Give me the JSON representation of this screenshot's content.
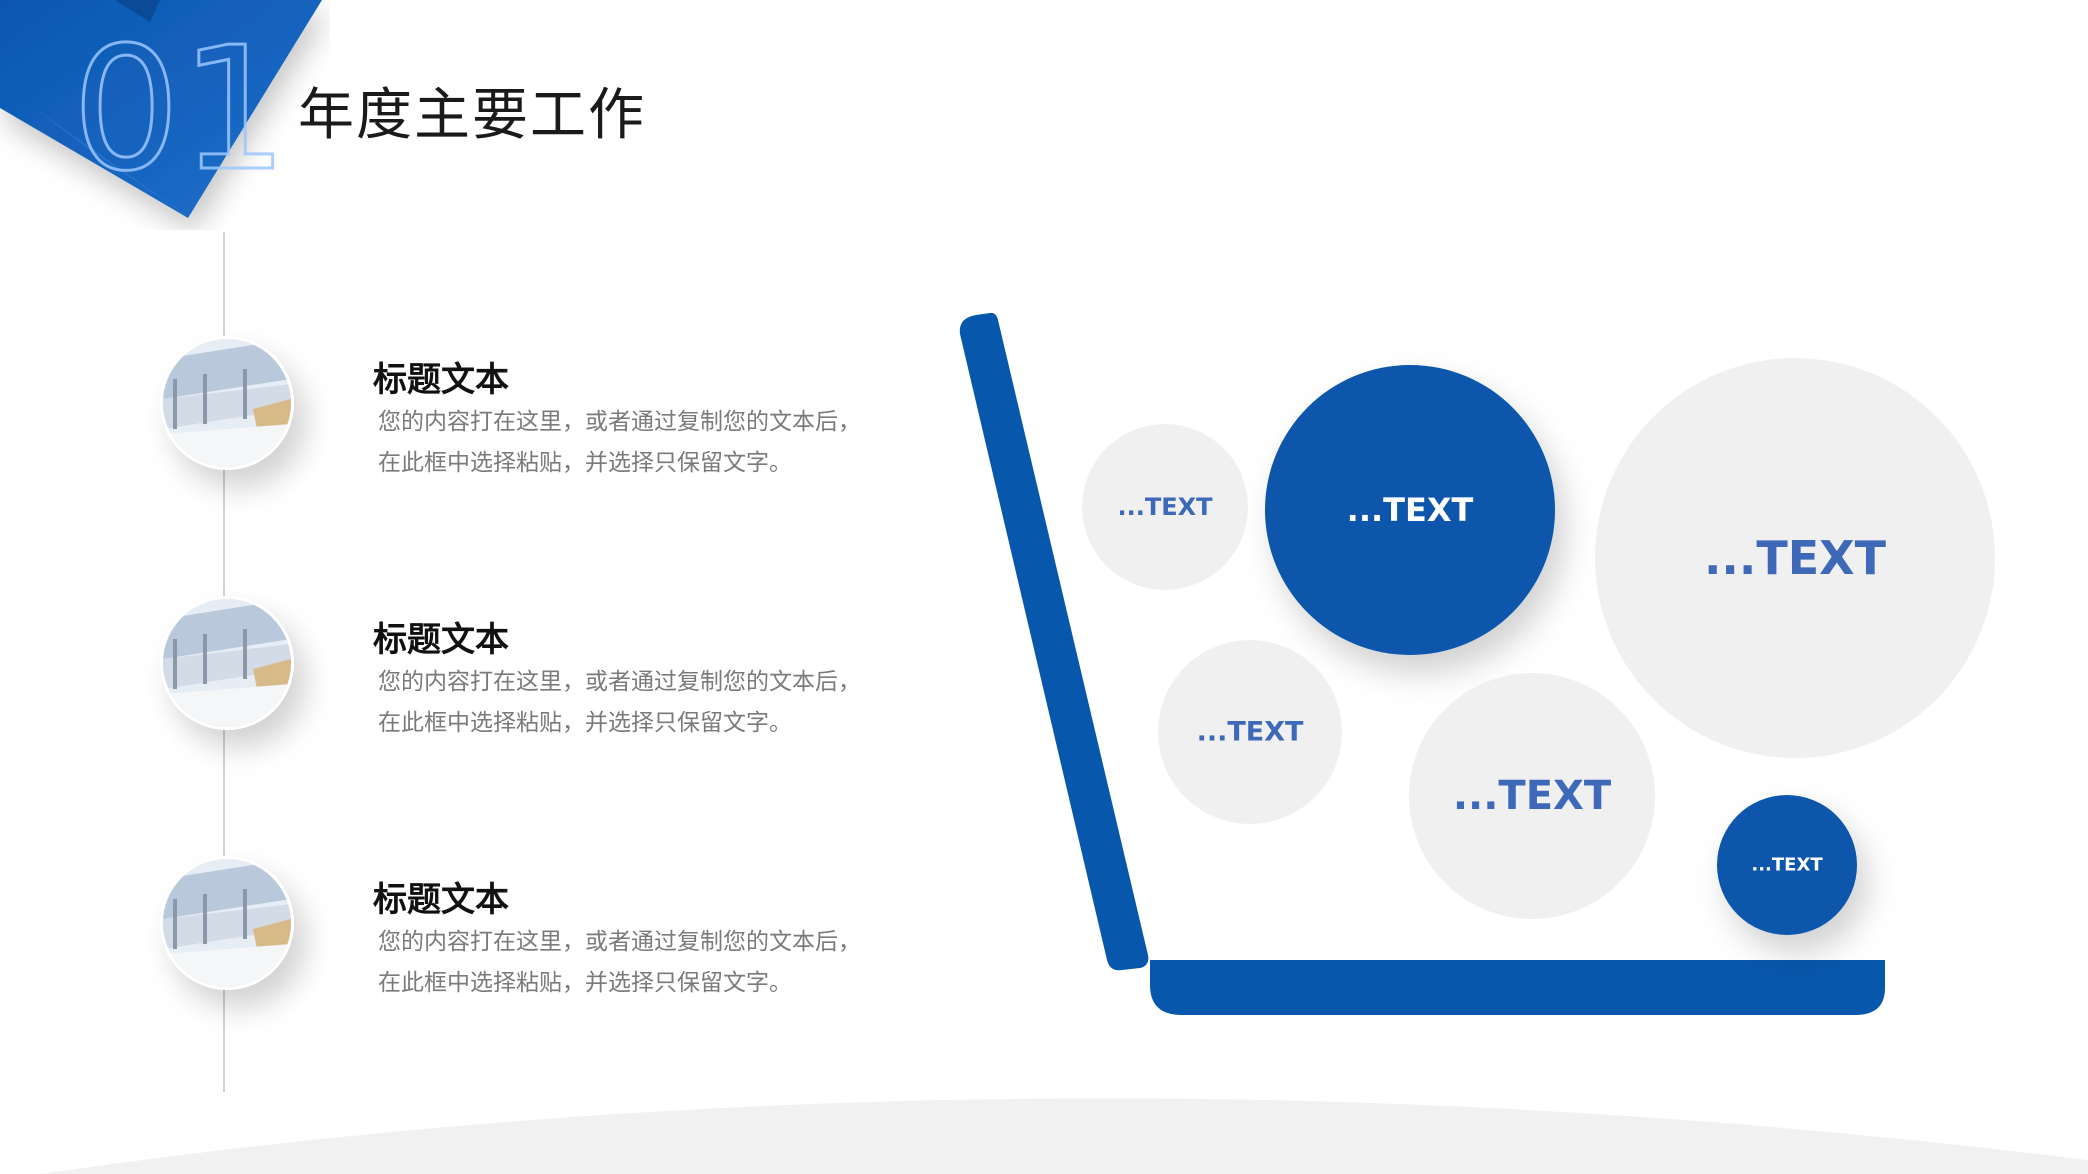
{
  "header": {
    "section_number": "01",
    "title": "年度主要工作"
  },
  "timeline": {
    "items": [
      {
        "title": "标题文本",
        "body_line1": "您的内容打在这里，或者通过复制您的文本后，",
        "body_line2": "在此框中选择粘贴，并选择只保留文字。"
      },
      {
        "title": "标题文本",
        "body_line1": "您的内容打在这里，或者通过复制您的文本后，",
        "body_line2": "在此框中选择粘贴，并选择只保留文字。"
      },
      {
        "title": "标题文本",
        "body_line1": "您的内容打在这里，或者通过复制您的文本后，",
        "body_line2": "在此框中选择粘贴，并选择只保留文字。"
      }
    ]
  },
  "diagram": {
    "bubbles": [
      {
        "label": "...TEXT",
        "style": "light"
      },
      {
        "label": "...TEXT",
        "style": "blue"
      },
      {
        "label": "...TEXT",
        "style": "light"
      },
      {
        "label": "...TEXT",
        "style": "light"
      },
      {
        "label": "...TEXT",
        "style": "light"
      },
      {
        "label": "...TEXT",
        "style": "blue"
      }
    ]
  },
  "colors": {
    "accent": "#0757ac",
    "bubble_light": "#f0f0f0",
    "bubble_text": "#3e69b8",
    "timeline_line": "#d3d3d3"
  }
}
